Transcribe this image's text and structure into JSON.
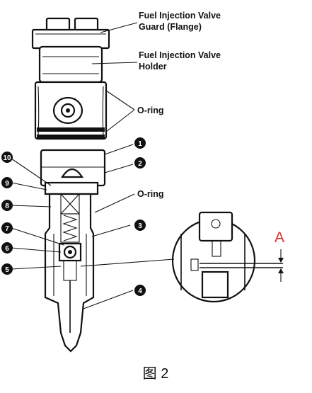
{
  "labels": {
    "guard": [
      "Fuel Injection Valve",
      "Guard (Flange)"
    ],
    "holder": [
      "Fuel Injection Valve",
      "Holder"
    ],
    "oring_top": "O-ring",
    "oring_mid": "O-ring"
  },
  "callouts": [
    "1",
    "2",
    "3",
    "4",
    "5",
    "6",
    "7",
    "8",
    "9",
    "10"
  ],
  "detail_mark": "A",
  "caption": "图 2",
  "colors": {
    "ink": "#111111",
    "detail_mark": "#e0312c",
    "background": "#ffffff"
  }
}
